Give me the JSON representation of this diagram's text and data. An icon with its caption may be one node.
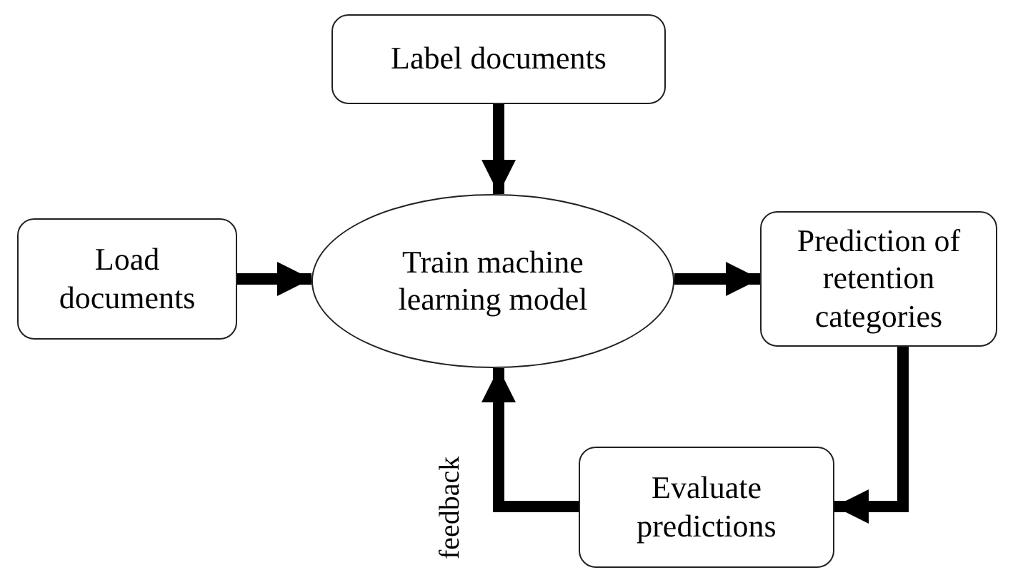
{
  "diagram": {
    "nodes": [
      {
        "text": [
          "Label documents"
        ]
      },
      {
        "text": [
          "Load documents"
        ]
      },
      {
        "text": [
          "Train machine learning model"
        ]
      },
      {
        "text": [
          "Prediction of retention categories"
        ]
      },
      {
        "text": [
          "Evaluate predictions"
        ]
      }
    ],
    "edges": [
      {
        "from": 0,
        "to": 2,
        "arrow": "to"
      },
      {
        "from": 1,
        "to": 2,
        "arrow": "to"
      },
      {
        "from": 2,
        "to": 3,
        "arrow": "to"
      },
      {
        "from": 3,
        "to": 4,
        "arrow": "to"
      },
      {
        "from": 4,
        "to": 2,
        "arrow": "to",
        "label": "feedback"
      }
    ]
  }
}
